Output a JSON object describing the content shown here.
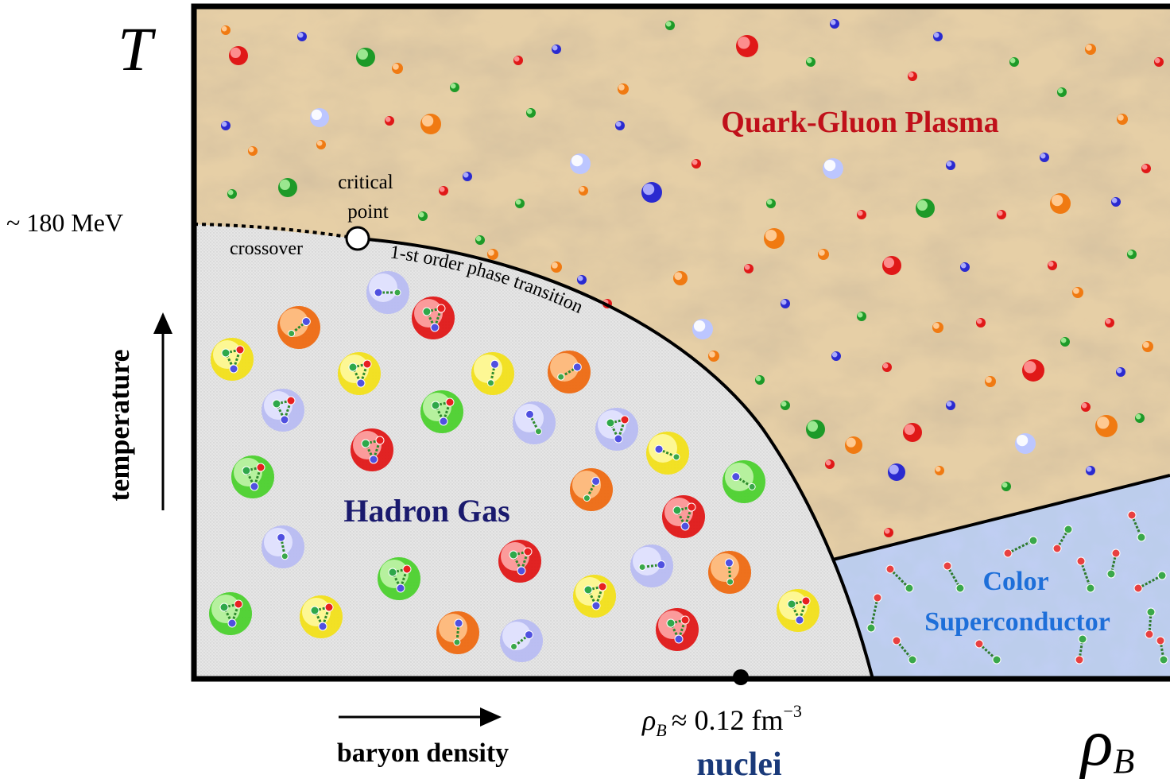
{
  "axes": {
    "y_symbol": "T",
    "x_symbol": "ρ",
    "x_symbol_sub": "B",
    "y_label": "temperature",
    "x_label": "baryon density",
    "temperature_tick": "~ 180 MeV",
    "density_tick_rho": "ρ",
    "density_tick_sub": "B",
    "density_tick_value": "≈ 0.12 fm",
    "density_tick_exp": "−3",
    "nuclei_label": "nuclei"
  },
  "phases": {
    "qgp": "Quark-Gluon Plasma",
    "hadron_gas": "Hadron Gas",
    "color_sc_line1": "Color",
    "color_sc_line2": "Superconductor"
  },
  "annotations": {
    "critical_point_line1": "critical",
    "critical_point_line2": "point",
    "crossover": "crossover",
    "transition_chars": [
      "1",
      "-",
      "s",
      "t",
      " ",
      "o",
      "r",
      "d",
      "e",
      "r",
      " ",
      " ",
      "p",
      "h",
      "a",
      "s",
      "e",
      " ",
      " ",
      "t",
      "r",
      "a",
      "n",
      "s",
      "i",
      "t",
      "i",
      "o",
      "n"
    ]
  },
  "colors": {
    "qgp_text": "#c0101a",
    "hadron_text": "#1a1a6e",
    "color_sc_text": "#1e6fd9",
    "nuclei_text": "#1a3a7a",
    "qgp_bg": "#e6cfa6",
    "hadron_bg": "#e4e4e4",
    "sc_bg": "#bccdec"
  }
}
